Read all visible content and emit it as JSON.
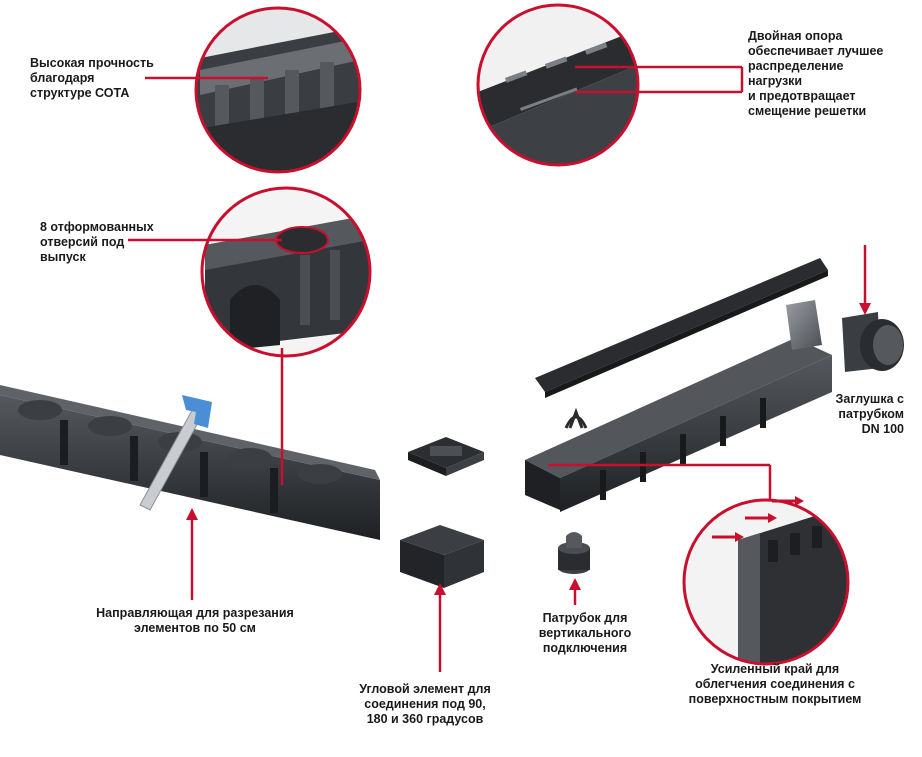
{
  "labels": {
    "honeycomb": "Высокая прочность\nблагодаря\nструктуре СОТА",
    "double_support": "Двойная опора\nобеспечивает лучшее\nраспределение\nнагрузки\nи предотвращает\nсмещение решетки",
    "outlets": "8 отформованных\nотверсий под\nвыпуск",
    "end_cap": "Заглушка с\nпатрубком\nDN 100",
    "cut_guide": "Направляющая для разрезания\nэлементов по 50 см",
    "corner": "Угловой элемент для\nсоединения под 90,\n180 и 360 градусов",
    "vertical": "Патрубок для\nвертикального\nподключения",
    "edge": "Усиленный край для\nоблегчения соединения с\nповерхностным покрытием"
  },
  "colors": {
    "accent": "#c8102e",
    "product": "#2b2d30",
    "product_light": "#5a5e63",
    "saw_handle": "#4a8fd6"
  }
}
